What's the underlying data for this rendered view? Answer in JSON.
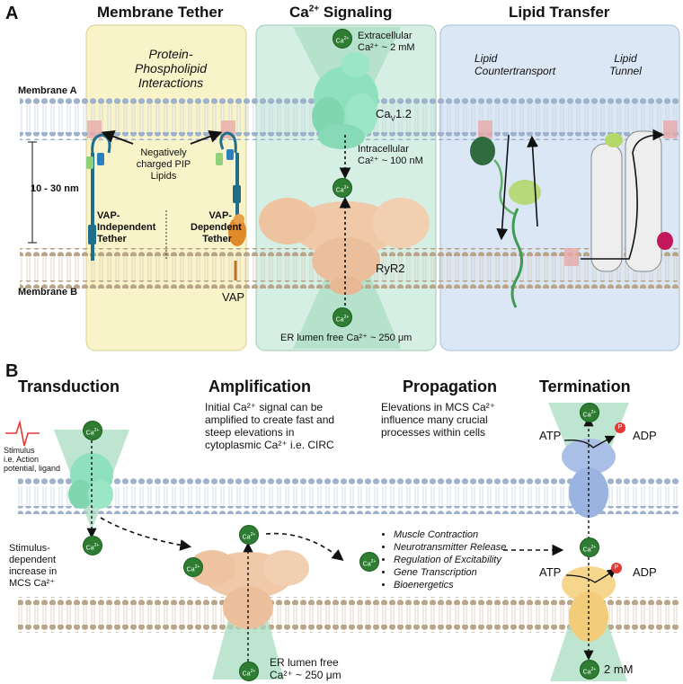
{
  "panelA": {
    "letter": "A",
    "heading_tether": "Membrane Tether",
    "heading_ca_prefix": "Ca",
    "heading_ca_sup": "2+",
    "heading_ca_suffix": " Signaling",
    "heading_lipid": "Lipid Transfer",
    "pp_line1": "Protein-",
    "pp_line2": "Phospholipid",
    "pp_line3": "Interactions",
    "membrane_a": "Membrane A",
    "membrane_b": "Membrane B",
    "distance": "10 - 30 nm",
    "pip_line1": "Negatively",
    "pip_line2": "charged PIP",
    "pip_line3": "Lipids",
    "vap_indep_line1": "VAP-",
    "vap_indep_line2": "Independent",
    "vap_indep_line3": "Tether",
    "vap_dep_line1": "VAP-",
    "vap_dep_line2": "Dependent",
    "vap_dep_line3": "Tether",
    "vap": "VAP",
    "extracellular_line1": "Extracellular",
    "extracellular_line2": "Ca²⁺ ~ 2 mM",
    "cav_prefix": "Ca",
    "cav_sub": "V",
    "cav_suffix": "1.2",
    "intracellular_line1": "Intracellular",
    "intracellular_line2": "Ca²⁺ ~ 100 nM",
    "ryr2": "RyR2",
    "er_lumen": "ER lumen free Ca²⁺ ~ 250 μm",
    "lipid_counter_line1": "Lipid",
    "lipid_counter_line2": "Countertransport",
    "lipid_tunnel_line1": "Lipid",
    "lipid_tunnel_line2": "Tunnel"
  },
  "panelB": {
    "letter": "B",
    "heading_transduction": "Transduction",
    "heading_amplification": "Amplification",
    "heading_propagation": "Propagation",
    "heading_termination": "Termination",
    "amp_line1": "Initial Ca²⁺ signal can be",
    "amp_line2": "amplified to create fast and",
    "amp_line3": "steep elevations in",
    "amp_line4": "cytoplasmic Ca²⁺ i.e. CIRC",
    "prop_line1": "Elevations in MCS Ca²⁺",
    "prop_line2": "influence many crucial",
    "prop_line3": "processes within cells",
    "stimulus_line1": "Stimulus",
    "stimulus_line2": "i.e. Action",
    "stimulus_line3": "potential, ligand",
    "stimdep_line1": "Stimulus-",
    "stimdep_line2": "dependent",
    "stimdep_line3": "increase in",
    "stimdep_line4": "MCS Ca²⁺",
    "er_line1": "ER lumen free",
    "er_line2": "Ca²⁺ ~ 250 μm",
    "processes": [
      "Muscle Contraction",
      "Neurotransmitter Release",
      "Regulation of Excitability",
      "Gene Transcription",
      "Bioenergetics"
    ],
    "atp_top": "ATP",
    "adp_top": "ADP",
    "atp_bottom": "ATP",
    "adp_bottom": "ADP",
    "p_label": "P",
    "two_mm": "2 mM"
  },
  "ion": {
    "base": "Ca",
    "sup": "2+"
  },
  "colors": {
    "tether_panel": "#f8f3c9",
    "ca_panel": "#d6efe5",
    "lipid_panel": "#dbe7f5",
    "membrane_a_heads": "#9fb2cc",
    "membrane_b_heads": "#b9a58a",
    "cav_protein": "#8fe0bc",
    "ryr_protein": "#f0c9a8",
    "ca_ion": "#2e7d32",
    "pump_top": "#a9bfe6",
    "pump_bottom": "#f6d58c"
  }
}
